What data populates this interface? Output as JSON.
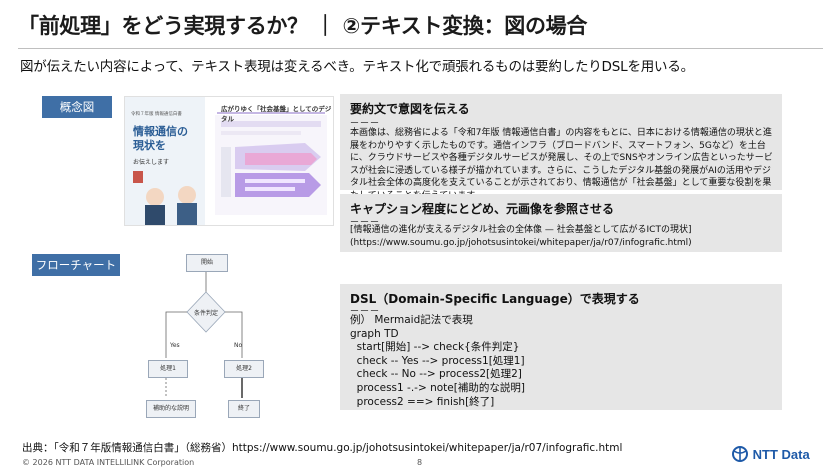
{
  "header": {
    "title": "「前処理」をどう実現するか？ ｜ ②テキスト変換：図の場合",
    "subtitle": "図が伝えたい内容によって、テキスト表現は変えるべき。テキスト化で頑張れるものは要約したりDSLを用いる。"
  },
  "labels": {
    "concept": "概念図",
    "flowchart": "フローチャート"
  },
  "thumbnail": {
    "small_top": "令和７年版 情報通信白書",
    "big_line1": "情報通信の",
    "big_line2": "現状を",
    "mid": "お伝えします",
    "right_title": "広がりゆく「社会基盤」としてのデジタル"
  },
  "flowchart_diagram": {
    "start": "開始",
    "check": "条件判定",
    "yes": "Yes",
    "no": "No",
    "process1": "処理1",
    "process2": "処理2",
    "note": "補助的な説明",
    "finish": "終了"
  },
  "panel1": {
    "heading": "要約文で意図を伝える",
    "dash": "ーーー",
    "body": "本画像は、総務省による「令和7年版 情報通信白書」の内容をもとに、日本における情報通信の現状と進展をわかりやすく示したものです。通信インフラ（ブロードバンド、スマートフォン、5Gなど）を土台に、クラウドサービスや各種デジタルサービスが発展し、その上でSNSやオンライン広告といったサービスが社会に浸透している様子が描かれています。さらに、こうしたデジタル基盤の発展がAIの活用やデジタル社会全体の高度化を支えていることが示されており、情報通信が「社会基盤」として重要な役割を果たしていることを伝えています。"
  },
  "panel2": {
    "heading": "キャプション程度にとどめ、元画像を参照させる",
    "dash": "ーーー",
    "body": "[情報通信の進化が支えるデジタル社会の全体像 — 社会基盤として広がるICTの現状](https://www.soumu.go.jp/johotsusintokei/whitepaper/ja/r07/infografic.html)"
  },
  "panel3": {
    "heading": "DSL（Domain-Specific Language）で表現する",
    "dash": "ーーー",
    "code": "例） Mermaid記法で表現\ngraph TD\n  start[開始] --> check{条件判定}\n  check -- Yes --> process1[処理1]\n  check -- No --> process2[処理2]\n  process1 -.-> note[補助的な説明]\n  process2 ==> finish[終了]"
  },
  "footer": {
    "source": "出典：「令和７年版情報通信白書」（総務省）https://www.soumu.go.jp/johotsusintokei/whitepaper/ja/r07/infografic.html",
    "copyright": "© 2026 NTT DATA INTELLILINK Corporation",
    "page": "8",
    "logo": "NTT Data"
  },
  "colors": {
    "accent": "#3f6fa6",
    "panel_bg": "#e6e6e6",
    "logo": "#1e5aa8"
  }
}
